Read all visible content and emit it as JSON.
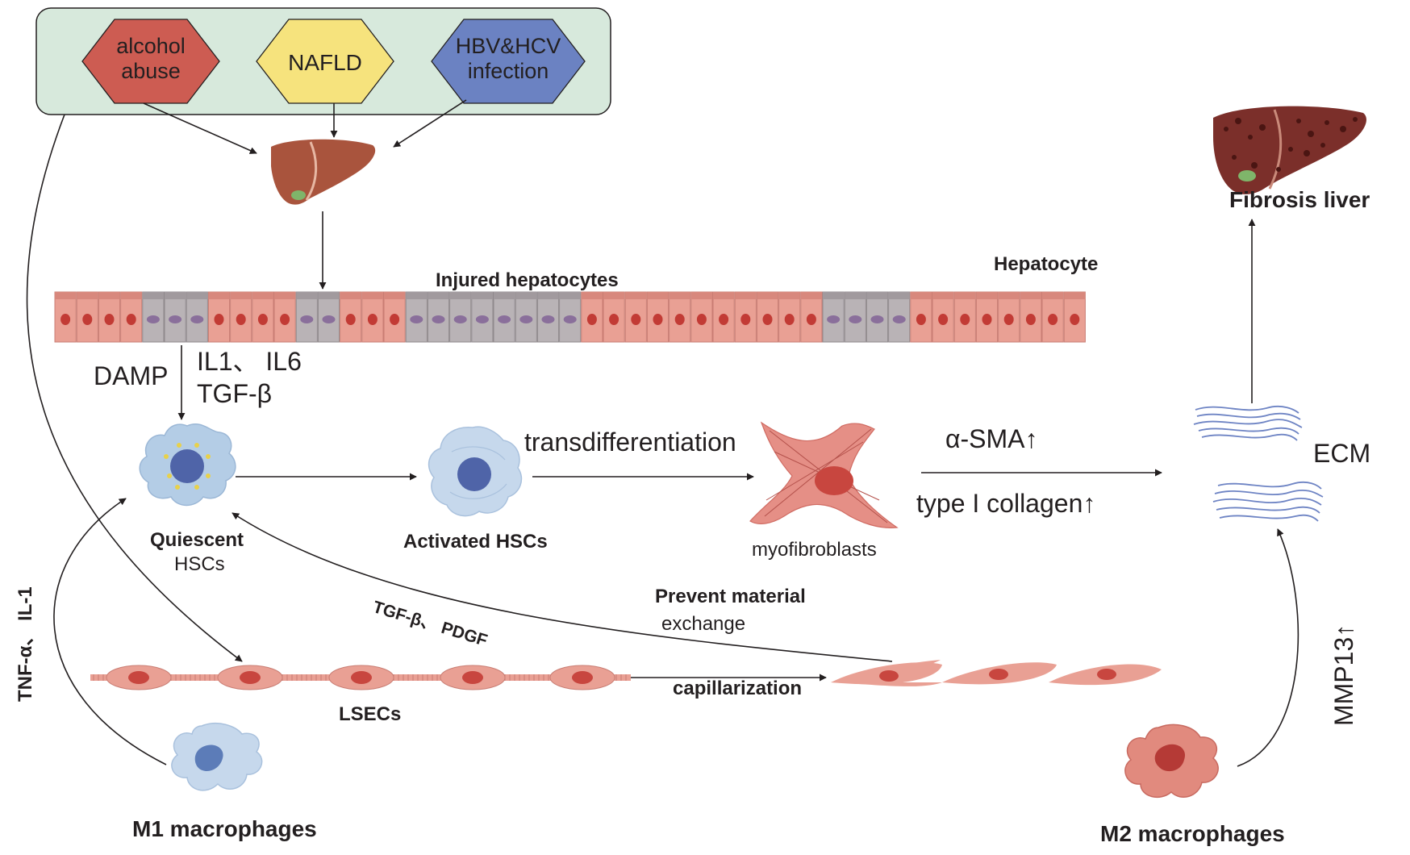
{
  "risk_factors": {
    "alcohol": {
      "line1": "alcohol",
      "line2": "abuse",
      "color": "#cd5c52"
    },
    "nafld": {
      "label": "NAFLD",
      "color": "#f6e37d"
    },
    "hbv": {
      "line1": "HBV&HCV",
      "line2": "infection",
      "color": "#6b82c2"
    },
    "panel_color": "#d7e9dc"
  },
  "labels": {
    "injured_hepatocytes": "Injured hepatocytes",
    "hepatocyte": "Hepatocyte",
    "fibrosis_liver": "Fibrosis liver",
    "damp": "DAMP",
    "il1_il6": "IL1、 IL6",
    "tgf_beta": "TGF-β",
    "quiescent": "Quiescent",
    "hscs": "HSCs",
    "activated_hscs": "Activated HSCs",
    "transdifferentiation": "transdifferentiation",
    "myofibroblasts": "myofibroblasts",
    "alpha_sma": "α-SMA↑",
    "type1_collagen": "type I collagen↑",
    "ecm": "ECM",
    "tnf_il1": "TNF-α、 IL-1",
    "tgf_pdgf": "TGF-β、 PDGF",
    "prevent_material": "Prevent material",
    "exchange": "exchange",
    "lsecs": "LSECs",
    "capillarization": "capillarization",
    "mmp13": "MMP13↑",
    "m1": "M1 macrophages",
    "m2": "M2 macrophages"
  },
  "colors": {
    "liver": "#a9543d",
    "fibrotic_liver": "#7b2f2a",
    "healthy_cell": "#e9a094",
    "injured_cell": "#b9b3b6",
    "hsc": "#b4cde6",
    "myofibroblast": "#e58f86",
    "ecm": "#6e84c4",
    "m2": "#e18a7e"
  }
}
